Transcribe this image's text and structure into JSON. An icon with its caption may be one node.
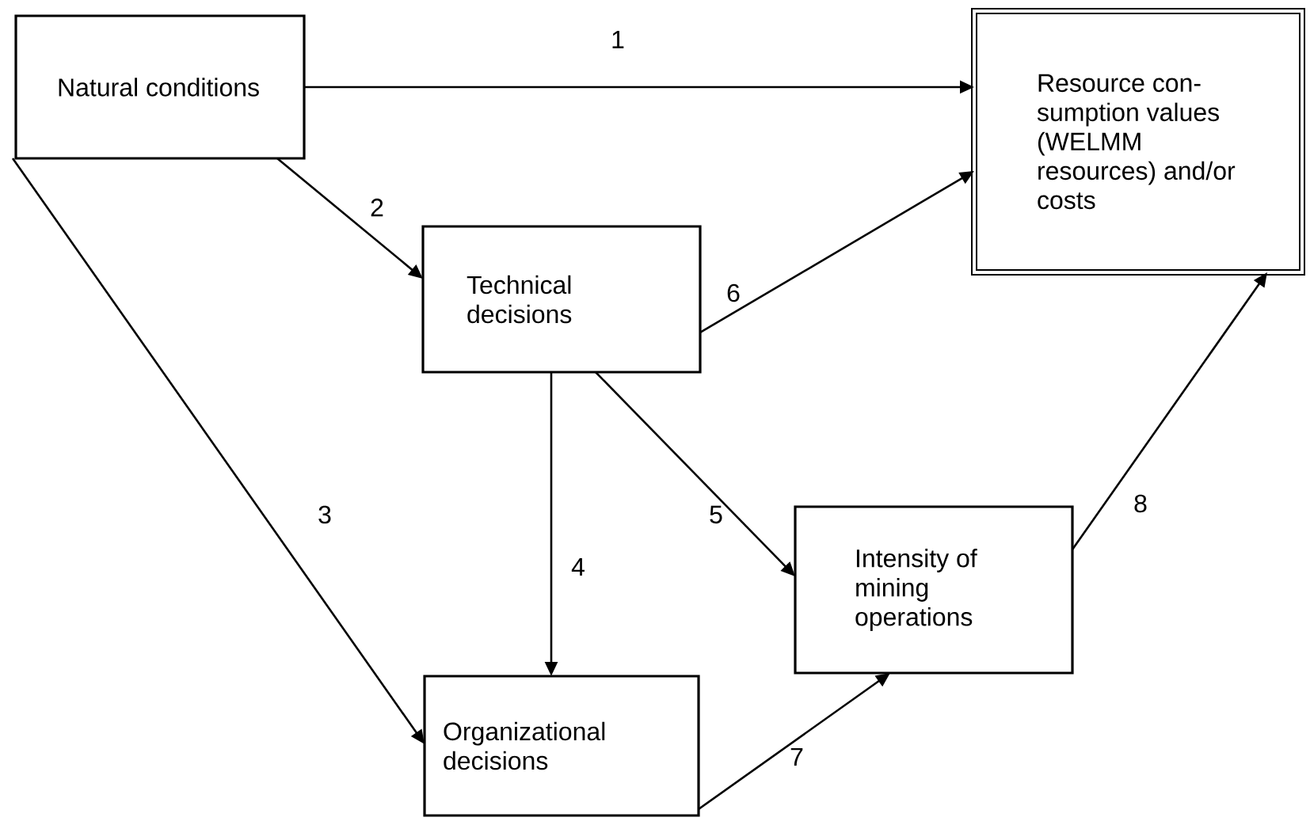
{
  "diagram": {
    "nodes": [
      {
        "text": [
          "Natural conditions"
        ]
      },
      {
        "text": [
          "Resource con- sumption values (WELMM resources) and/or costs"
        ]
      },
      {
        "text": [
          "Technical decisions"
        ]
      },
      {
        "text": [
          "Intensity of mining operations"
        ]
      },
      {
        "text": [
          "Organizational decisions"
        ]
      }
    ],
    "edges": [
      {
        "from": 0,
        "to": 1,
        "arrow": "to",
        "label": "1"
      },
      {
        "from": 0,
        "to": 2,
        "arrow": "to",
        "label": "2"
      },
      {
        "from": 0,
        "to": 4,
        "arrow": "to",
        "label": "3"
      },
      {
        "from": 2,
        "to": 4,
        "arrow": "to",
        "label": "4"
      },
      {
        "from": 2,
        "to": 3,
        "arrow": "to",
        "label": "5"
      },
      {
        "from": 2,
        "to": 1,
        "arrow": "to",
        "label": "6"
      },
      {
        "from": 4,
        "to": 3,
        "arrow": "to",
        "label": "7"
      },
      {
        "from": 3,
        "to": 1,
        "arrow": "to",
        "label": "8"
      }
    ]
  }
}
